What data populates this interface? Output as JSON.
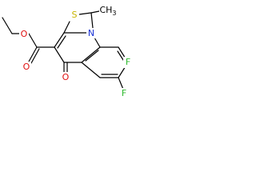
{
  "molecule": {
    "atoms": {
      "sulfur": {
        "symbol": "S",
        "color": "#c8b400"
      },
      "nitrogen": {
        "symbol": "N",
        "color": "#1a33d6"
      },
      "ketone_oxygen": {
        "symbol": "O",
        "color": "#e01010"
      },
      "ester_carbonyl_oxygen": {
        "symbol": "O",
        "color": "#e01010"
      },
      "ester_ether_oxygen": {
        "symbol": "O",
        "color": "#e01010"
      },
      "fluorine_upper": {
        "symbol": "F",
        "color": "#2db82d"
      },
      "fluorine_lower": {
        "symbol": "F",
        "color": "#2db82d"
      },
      "methyl": {
        "symbol": "CH",
        "subscript": "3",
        "color": "#000000"
      }
    }
  }
}
